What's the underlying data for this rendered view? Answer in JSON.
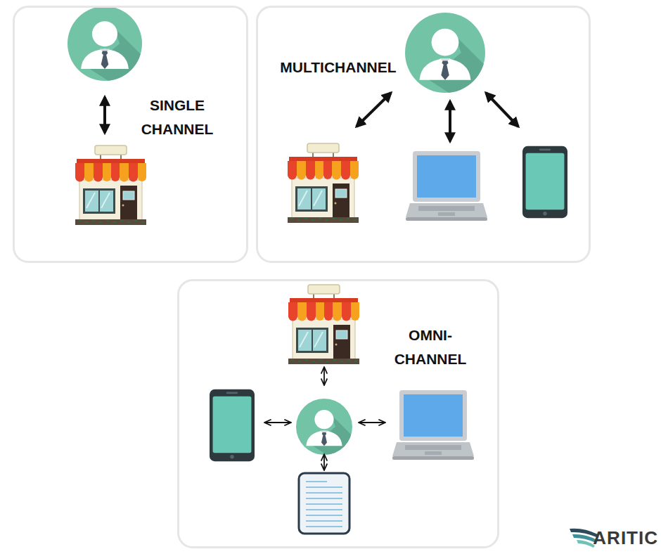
{
  "diagram": {
    "nodes": [
      {
        "text": [
          "SINGLE CHANNEL"
        ]
      },
      {
        "text": [
          "MULTICHANNEL"
        ]
      },
      {
        "text": [
          "OMNI- CHANNEL"
        ]
      }
    ],
    "labels": [
      "ARITIC"
    ]
  }
}
